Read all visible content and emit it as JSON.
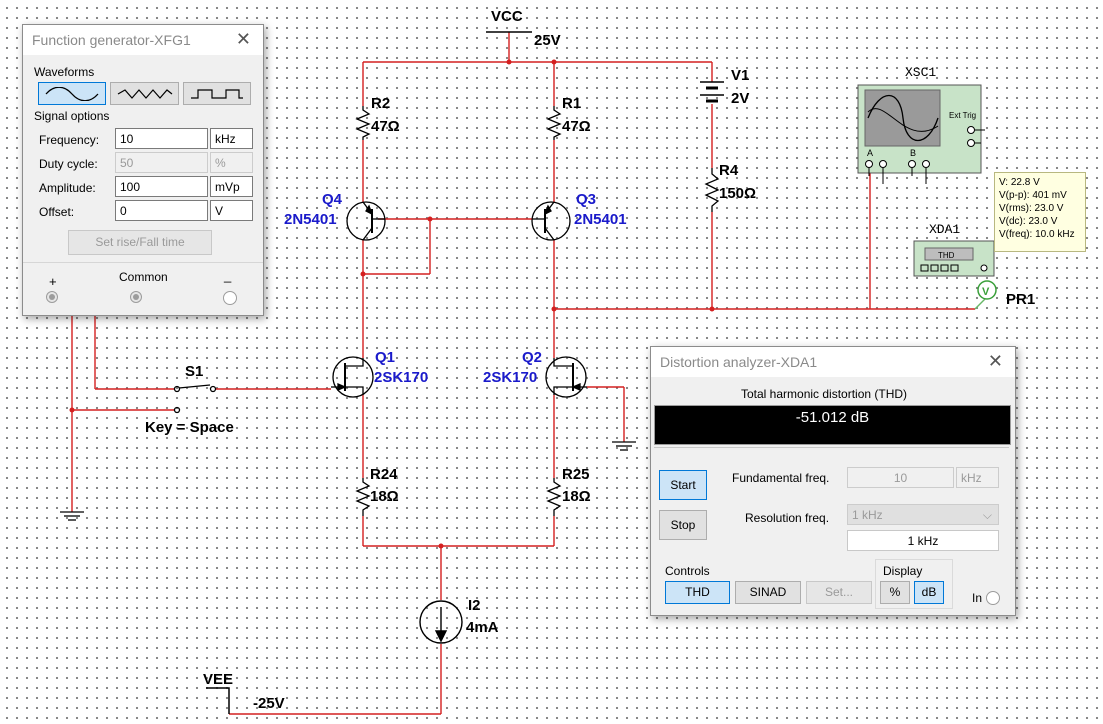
{
  "schematic": {
    "vcc_label": "VCC",
    "vcc_value": "25V",
    "vee_label": "VEE",
    "vee_value": "-25V",
    "r2": {
      "name": "R2",
      "value": "47Ω"
    },
    "r1": {
      "name": "R1",
      "value": "47Ω"
    },
    "r4": {
      "name": "R4",
      "value": "150Ω"
    },
    "r24": {
      "name": "R24",
      "value": "18Ω"
    },
    "r25": {
      "name": "R25",
      "value": "18Ω"
    },
    "v1": {
      "name": "V1",
      "value": "2V"
    },
    "q4": {
      "name": "Q4",
      "part": "2N5401"
    },
    "q3": {
      "name": "Q3",
      "part": "2N5401"
    },
    "q1": {
      "name": "Q1",
      "part": "2SK170"
    },
    "q2": {
      "name": "Q2",
      "part": "2SK170"
    },
    "s1": {
      "name": "S1",
      "key": "Key = Space"
    },
    "i2": {
      "name": "I2",
      "value": "4mA"
    },
    "xsc1": {
      "name": "XSC1",
      "ext_trig": "Ext Trig",
      "ch_a": "A",
      "ch_b": "B"
    },
    "xda1": {
      "name": "XDA1",
      "screen": "THD"
    },
    "pr1": {
      "name": "PR1",
      "symbol": "V"
    },
    "colors": {
      "wire": "#d42020",
      "wire_probe": "#68b868",
      "part_text": "#1a1acb"
    }
  },
  "probe_readout": [
    "V: 22.8 V",
    "V(p-p): 401 mV",
    "V(rms): 23.0 V",
    "V(dc): 23.0 V",
    "V(freq): 10.0 kHz"
  ],
  "function_generator": {
    "title": "Function generator-XFG1",
    "waveforms_label": "Waveforms",
    "waveform_icons": [
      "sine-wave-icon",
      "triangle-wave-icon",
      "square-wave-icon"
    ],
    "selected_waveform": "sine",
    "signal_options_label": "Signal options",
    "frequency": {
      "label": "Frequency:",
      "value": "10",
      "unit": "kHz"
    },
    "duty_cycle": {
      "label": "Duty cycle:",
      "value": "50",
      "unit": "%"
    },
    "amplitude": {
      "label": "Amplitude:",
      "value": "100",
      "unit": "mVp"
    },
    "offset": {
      "label": "Offset:",
      "value": "0",
      "unit": "V"
    },
    "set_rise_fall_label": "Set rise/Fall time",
    "plus_label": "+",
    "common_label": "Common",
    "minus_label": "_"
  },
  "distortion_analyzer": {
    "title": "Distortion analyzer-XDA1",
    "section_title": "Total harmonic distortion (THD)",
    "reading": "-51.012 dB",
    "start_label": "Start",
    "stop_label": "Stop",
    "fundamental_label": "Fundamental freq.",
    "fundamental_value": "10",
    "fundamental_unit": "kHz",
    "resolution_label": "Resolution freq.",
    "resolution_selected": "1 kHz",
    "resolution_value": "1 kHz",
    "controls_label": "Controls",
    "thd_label": "THD",
    "sinad_label": "SINAD",
    "set_label": "Set...",
    "display_label": "Display",
    "percent_label": "%",
    "db_label": "dB",
    "in_label": "In"
  }
}
